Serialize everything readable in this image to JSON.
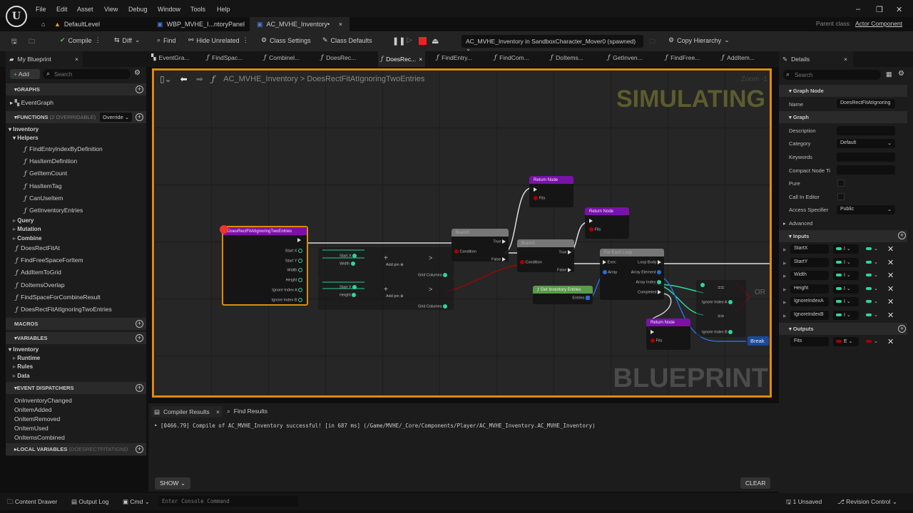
{
  "menu": [
    "File",
    "Edit",
    "Asset",
    "View",
    "Debug",
    "Window",
    "Tools",
    "Help"
  ],
  "doc_tabs": [
    {
      "label": "DefaultLevel"
    },
    {
      "label": "WBP_MVHE_I...ntoryPanel"
    },
    {
      "label": "AC_MVHE_Inventory•"
    }
  ],
  "parent_class": {
    "label": "Parent class:",
    "value": "Actor Component"
  },
  "toolbar": {
    "compile": "Compile",
    "diff": "Diff",
    "find": "Find",
    "hide_unrelated": "Hide Unrelated",
    "class_settings": "Class Settings",
    "class_defaults": "Class Defaults",
    "debug_object": "AC_MVHE_Inventory in SandboxCharacter_Mover0 (spawned)",
    "copy_hierarchy": "Copy Hierarchy"
  },
  "my_blueprint": {
    "title": "My Blueprint",
    "add": "Add",
    "search_placeholder": "Search",
    "graphs_header": "GRAPHS",
    "event_graph": "EventGraph",
    "functions_header": "FUNCTIONS",
    "functions_note": "(2 OVERRIDABLE)",
    "override": "Override",
    "inventory": "Inventory",
    "helpers": "Helpers",
    "helper_functions": [
      "FindEntryIndexByDefinition",
      "HasItemDefinition",
      "GetItemCount",
      "HasItemTag",
      "CanUseItem",
      "GetInventoryEntries"
    ],
    "categories": [
      "Query",
      "Mutation",
      "Combine"
    ],
    "functions": [
      "DoesRectFitAt",
      "FindFreeSpaceForItem",
      "AddItemToGrid",
      "DoItemsOverlap",
      "FindSpaceForCombineResult",
      "DoesRectFitAtIgnoringTwoEntries"
    ],
    "macros_header": "MACROS",
    "variables_header": "VARIABLES",
    "var_inventory": "Inventory",
    "var_categories": [
      "Runtime",
      "Rules",
      "Data"
    ],
    "dispatchers_header": "EVENT DISPATCHERS",
    "dispatchers": [
      "OnInventoryChanged",
      "OnItemAdded",
      "OnItemRemoved",
      "OnItemUsed",
      "OnItemsCombined"
    ],
    "local_vars_header": "LOCAL VARIABLES",
    "local_vars_note": "(DOESRECTFITATIGNORINGTW"
  },
  "graph_tabs": [
    "EventGra...",
    "FindSpac...",
    "Combinel...",
    "DoesRec...",
    "DoesRec...",
    "FindEntry...",
    "FindCom...",
    "DoItems...",
    "GetInven...",
    "FindFree...",
    "AddItem..."
  ],
  "graph": {
    "breadcrumb_root": "AC_MVHE_Inventory",
    "breadcrumb_sep": ">",
    "breadcrumb_fn": "DoesRectFitAtIgnoringTwoEntries",
    "zoom": "Zoom -1",
    "simulating": "SIMULATING",
    "watermark": "BLUEPRINT",
    "entry": {
      "title": "DoesRectFitAtIgnoringTwoEntries",
      "pins": [
        "Start X",
        "Start Y",
        "Width",
        "Height",
        "Ignore Index A",
        "Ignore Index B"
      ]
    },
    "add1": {
      "a": "Start X",
      "b": "Width",
      "add_pin": "Add pin",
      "cmp": "Grid Columns"
    },
    "add2": {
      "a": "Start Y",
      "b": "Height",
      "add_pin": "Add pin",
      "cmp": "Grid Columns"
    },
    "branch": {
      "title": "Branch",
      "condition": "Condition",
      "true": "True",
      "false": "False"
    },
    "return_title": "Return Node",
    "fits": "Fits",
    "foreach": {
      "title": "For Each Loop",
      "exec": "Exec",
      "array": "Array",
      "loop_body": "Loop Body",
      "element": "Array Element",
      "index": "Array Index",
      "completed": "Completed"
    },
    "get_entries": {
      "title": "Get Inventory Entries",
      "entries": "Entries"
    },
    "eq_a": "Ignore Index A",
    "eq_b": "Ignore Index B",
    "eq": "==",
    "or": "OR",
    "break_label": "Break"
  },
  "details": {
    "title": "Details",
    "search_placeholder": "Search",
    "graph_node": "Graph Node",
    "name_label": "Name",
    "name_value": "DoesRectFitAtIgnoring",
    "graph": "Graph",
    "description": "Description",
    "category": "Category",
    "category_value": "Default",
    "keywords": "Keywords",
    "compact": "Compact Node Ti",
    "pure": "Pure",
    "call_in_editor": "Call In Editor",
    "access": "Access Specifier",
    "access_value": "Public",
    "advanced": "Advanced",
    "inputs": "Inputs",
    "input_pins": [
      "StartX",
      "StartY",
      "Width",
      "Height",
      "IgnoreIndexA",
      "IgnoreIndexB"
    ],
    "int_type": "I",
    "outputs": "Outputs",
    "output_pins": [
      "Fits"
    ],
    "bool_type": "E"
  },
  "bottom": {
    "compiler_results": "Compiler Results",
    "find_results": "Find Results",
    "log": "[0466.79] Compile of AC_MVHE_Inventory successful! [in 687 ms] (/Game/MVHE/_Core/Components/Player/AC_MVHE_Inventory.AC_MVHE_Inventory)",
    "show": "SHOW",
    "clear": "CLEAR"
  },
  "status": {
    "content_drawer": "Content Drawer",
    "output_log": "Output Log",
    "cmd": "Cmd",
    "console_placeholder": "Enter Console Command",
    "unsaved": "1 Unsaved",
    "revision": "Revision Control"
  },
  "colors": {
    "accent_orange": "#e08a0c",
    "function_purple": "#7a12a8",
    "int_green": "#2fd59c",
    "bool_red": "#a00000"
  }
}
